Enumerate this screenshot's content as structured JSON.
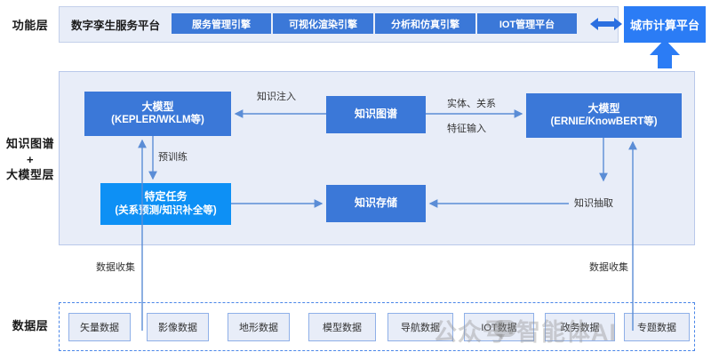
{
  "layers": {
    "functional": {
      "label": "功能层",
      "platform_title": "数字孪生服务平台",
      "engines": [
        {
          "label": "服务管理引擎"
        },
        {
          "label": "可视化渲染引擎"
        },
        {
          "label": "分析和仿真引擎"
        },
        {
          "label": "IOT管理平台"
        }
      ],
      "city_platform": "城市计算平台",
      "link_icon": "double-arrow-icon",
      "up_arrow_icon": "thick-up-arrow-icon"
    },
    "knowledge": {
      "label": "知识图谱\n+\n大模型层",
      "label_line1": "知识图谱",
      "label_line2": "+",
      "label_line3": "大模型层",
      "nodes": {
        "kepler": {
          "line1": "大模型",
          "line2": "(KEPLER/WKLM等)"
        },
        "task": {
          "line1": "特定任务",
          "line2": "(关系预测/知识补全等)"
        },
        "kg": {
          "line1": "知识图谱"
        },
        "store": {
          "line1": "知识存储"
        },
        "ernie": {
          "line1": "大模型",
          "line2": "(ERNIE/KnowBERT等)"
        }
      },
      "edges": {
        "inject": "知识注入",
        "entity_relation": "实体、关系",
        "feature_input": "特征输入",
        "pretrain": "预训练",
        "extract": "知识抽取",
        "collect_left": "数据收集",
        "collect_right": "数据收集"
      }
    },
    "data": {
      "label": "数据层",
      "items": [
        {
          "label": "矢量数据"
        },
        {
          "label": "影像数据"
        },
        {
          "label": "地形数据"
        },
        {
          "label": "模型数据"
        },
        {
          "label": "导航数据"
        },
        {
          "label": "IOT数据"
        },
        {
          "label": "政务数据"
        },
        {
          "label": "专题数据"
        }
      ]
    }
  },
  "watermark": {
    "text": "公众号·智能体AI"
  },
  "colors": {
    "panel_fill": "#e8edf8",
    "panel_border": "#b9c8ea",
    "node_blue": "#3b78d8",
    "node_bright_blue": "#0d90f5",
    "city_blue": "#2b7cf5",
    "arrow": "#5b8dd6",
    "dashed_border": "#4a86e8"
  }
}
